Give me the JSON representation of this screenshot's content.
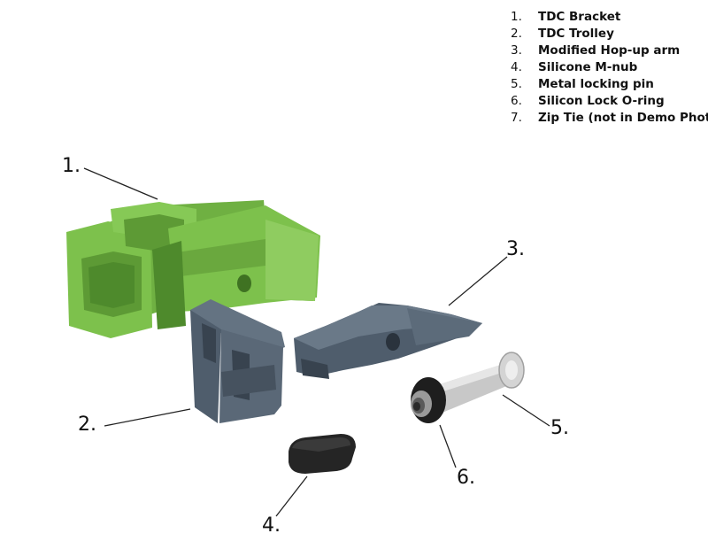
{
  "legend": [
    {
      "num": "1.",
      "label": "TDC Bracket"
    },
    {
      "num": "2.",
      "label": "TDC Trolley"
    },
    {
      "num": "3.",
      "label": "Modified Hop-up arm"
    },
    {
      "num": "4.",
      "label": "Silicone M-nub"
    },
    {
      "num": "5.",
      "label": "Metal locking pin"
    },
    {
      "num": "6.",
      "label": "Silicon Lock O-ring"
    },
    {
      "num": "7.",
      "label": "Zip Tie (not in Demo Photo)"
    }
  ],
  "callouts": {
    "c1": "1.",
    "c2": "2.",
    "c3": "3.",
    "c4": "4.",
    "c5": "5.",
    "c6": "6."
  },
  "colors": {
    "bracket": "#7dc14c",
    "bracket_dark": "#5d9a35",
    "plastic": "#4f5d6c",
    "plastic_dark": "#38434f",
    "silicone": "#252525",
    "metal": "#c8c8c8",
    "leader": "#222222"
  }
}
